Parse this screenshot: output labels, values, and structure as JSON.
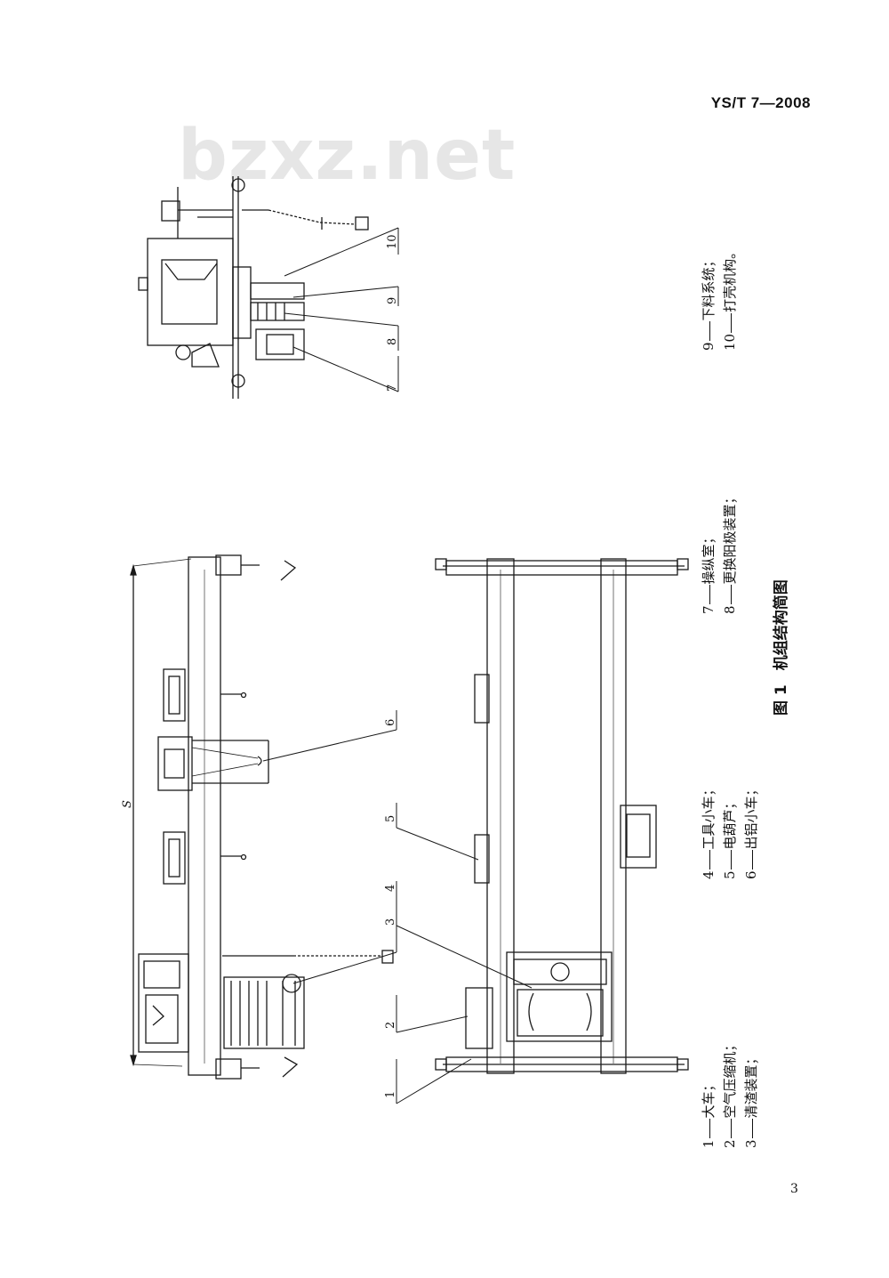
{
  "header": {
    "standard_code": "YS/T 7—2008"
  },
  "watermark": {
    "text": "bzxz.net"
  },
  "figure": {
    "number": "图 1",
    "title": "机组结构简图",
    "dimension_label": "S",
    "callouts": [
      "1",
      "2",
      "3",
      "4",
      "5",
      "6",
      "7",
      "8",
      "9",
      "10"
    ]
  },
  "legend": [
    {
      "num": "1",
      "text": "大车；"
    },
    {
      "num": "2",
      "text": "空气压缩机；"
    },
    {
      "num": "3",
      "text": "清渣装置；"
    },
    {
      "num": "4",
      "text": "工具小车；"
    },
    {
      "num": "5",
      "text": "电葫芦；"
    },
    {
      "num": "6",
      "text": "出铝小车；"
    },
    {
      "num": "7",
      "text": "操纵室；"
    },
    {
      "num": "8",
      "text": "更换阳极装置；"
    },
    {
      "num": "9",
      "text": "下料系统；"
    },
    {
      "num": "10",
      "text": "打壳机构。"
    }
  ],
  "footer": {
    "page_number": "3"
  }
}
